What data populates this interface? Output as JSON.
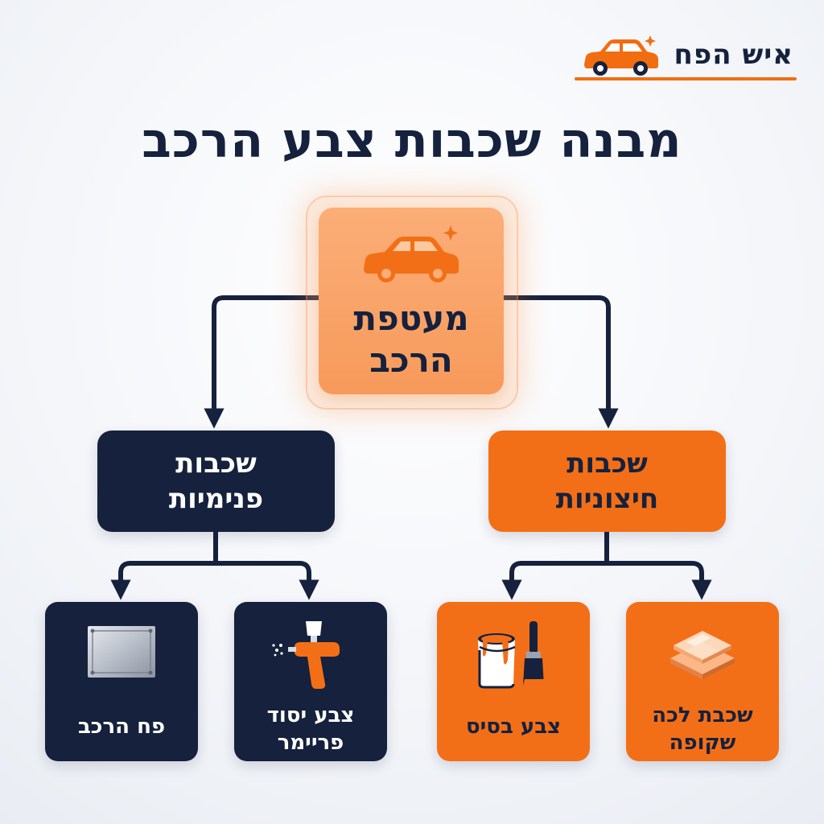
{
  "brand": {
    "name": "איש הפח",
    "icon": "car-sparkle-icon",
    "accent_color": "#f26d10"
  },
  "title": "מבנה שכבות צבע הרכב",
  "colors": {
    "navy": "#15213d",
    "orange": "#f36f17",
    "root_orange": "#f79a5b"
  },
  "root": {
    "line1": "מעטפת",
    "line2": "הרכב",
    "icon": "car-sparkle-icon"
  },
  "groups": {
    "outer": {
      "line1": "שכבות",
      "line2": "חיצוניות",
      "children": [
        {
          "line1": "שכבת לכה",
          "line2": "שקופה",
          "icon": "clear-coat-layers-icon"
        },
        {
          "line1": "צבע בסיס",
          "icon": "paint-can-brush-icon"
        }
      ]
    },
    "inner": {
      "line1": "שכבות",
      "line2": "פנימיות",
      "children": [
        {
          "line1": "צבע יסוד",
          "line2": "פריימר",
          "icon": "spray-gun-icon"
        },
        {
          "line1": "פח הרכב",
          "icon": "metal-sheet-icon"
        }
      ]
    }
  }
}
